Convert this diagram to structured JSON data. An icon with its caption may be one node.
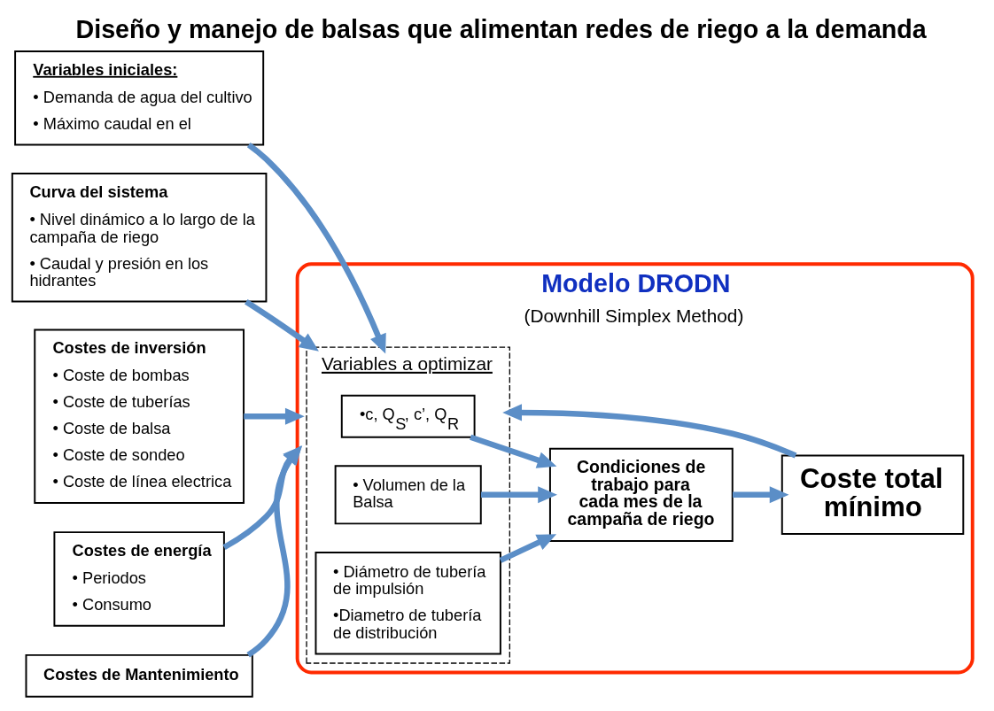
{
  "diagram": {
    "title": "Diseño y manejo de balsas que alimentan redes de riego a la demanda",
    "nodes": [
      {
        "text": [
          "Modelo DRODN",
          "(Downhill Simplex Method)"
        ]
      },
      {
        "text": [
          "Variables a optimizar"
        ],
        "in": 0
      },
      {
        "text": [
          "•c, Q$_{S}$, c’, Q$_{R}$"
        ],
        "in": 1
      },
      {
        "text": [
          "• Volumen de la Balsa"
        ],
        "in": 1
      },
      {
        "text": [
          "• Diámetro de tubería de impulsión",
          "•Diametro de tubería de distribución"
        ],
        "in": 1
      },
      {
        "text": [
          "Condiciones de trabajo para cada mes de la campaña de riego"
        ],
        "in": 0
      },
      {
        "text": [
          "Coste total mínimo"
        ],
        "in": 0
      },
      {
        "text": [
          "Variables iniciales:",
          "• Demanda de agua del cultivo",
          "• Máximo caudal en el"
        ]
      },
      {
        "text": [
          "Curva del sistema",
          "• Nivel dinámico a lo largo de la campaña de riego",
          "• Caudal y presión en los hidrantes"
        ]
      },
      {
        "text": [
          "Costes de inversión",
          "• Coste de bombas",
          "• Coste de tuberías",
          "• Coste de balsa",
          "• Coste de sondeo",
          "• Coste de línea electrica"
        ]
      },
      {
        "text": [
          "Costes de energía",
          "• Periodos",
          "• Consumo"
        ]
      },
      {
        "text": [
          "Costes de Mantenimiento"
        ]
      }
    ],
    "edges": [
      {
        "from": 7,
        "to": 1,
        "arrow": "to"
      },
      {
        "from": 8,
        "to": 1,
        "arrow": "to"
      },
      {
        "from": 2,
        "to": 5,
        "arrow": "to"
      },
      {
        "from": 3,
        "to": 5,
        "arrow": "to"
      },
      {
        "from": 4,
        "to": 5,
        "arrow": "to"
      },
      {
        "from": 5,
        "to": 6,
        "arrow": "to"
      },
      {
        "from": 6,
        "to": 1,
        "arrow": "to"
      },
      {
        "from": 9,
        "to": 0,
        "arrow": "to"
      },
      {
        "from": 10,
        "to": 0,
        "arrow": "to"
      },
      {
        "from": 11,
        "to": 0,
        "arrow": "to"
      }
    ]
  }
}
